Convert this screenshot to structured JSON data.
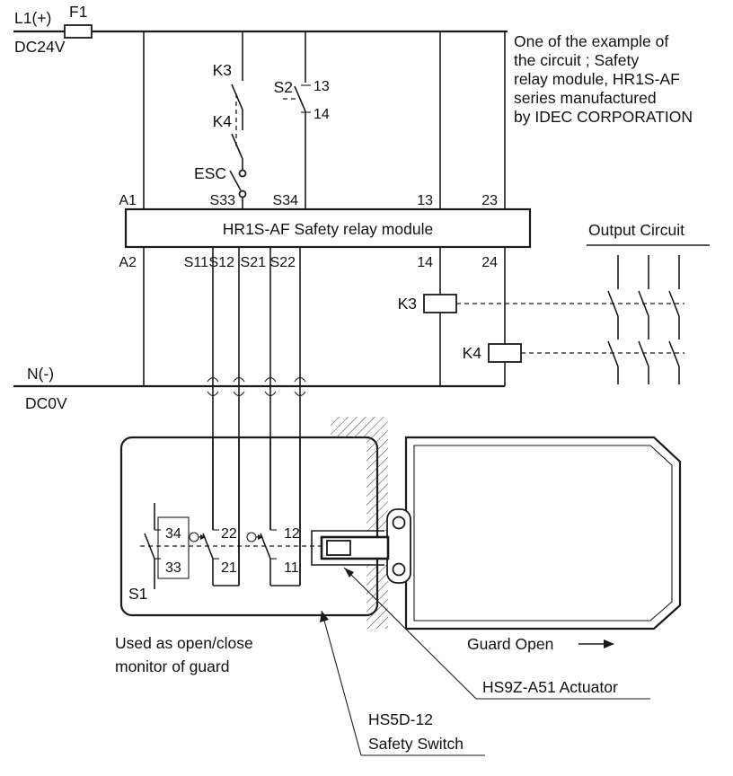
{
  "power": {
    "l1": "L1(+)",
    "f1": "F1",
    "dc24v": "DC24V",
    "n": "N(-)",
    "dc0v": "DC0V"
  },
  "note": {
    "l1": "One of the example of",
    "l2": "the circuit ; Safety",
    "l3": "relay module, HR1S-AF",
    "l4": "series manufactured",
    "l5": "by IDEC CORPORATION"
  },
  "control": {
    "k3": "K3",
    "k4": "K4",
    "esc": "ESC",
    "s2": "S2",
    "s2_t13": "13",
    "s2_t14": "14"
  },
  "module": {
    "label": "HR1S-AF Safety relay module",
    "a1": "A1",
    "s33": "S33",
    "s34": "S34",
    "t13": "13",
    "t23": "23",
    "a2": "A2",
    "s11": "S11",
    "s12": "S12",
    "s21": "S21",
    "s22": "S22",
    "t14": "14",
    "t24": "24"
  },
  "coils": {
    "k3": "K3",
    "k4": "K4"
  },
  "output": {
    "label": "Output Circuit"
  },
  "safety_switch": {
    "s1": "S1",
    "t34": "34",
    "t33": "33",
    "t22": "22",
    "t21": "21",
    "t12": "12",
    "t11": "11"
  },
  "captions": {
    "guard_open": "Guard Open",
    "actuator": "HS9Z-A51 Actuator",
    "switch_name_l1": "HS5D-12",
    "switch_name_l2": "Safety Switch",
    "monitor_l1": "Used as open/close",
    "monitor_l2": "monitor of guard"
  }
}
